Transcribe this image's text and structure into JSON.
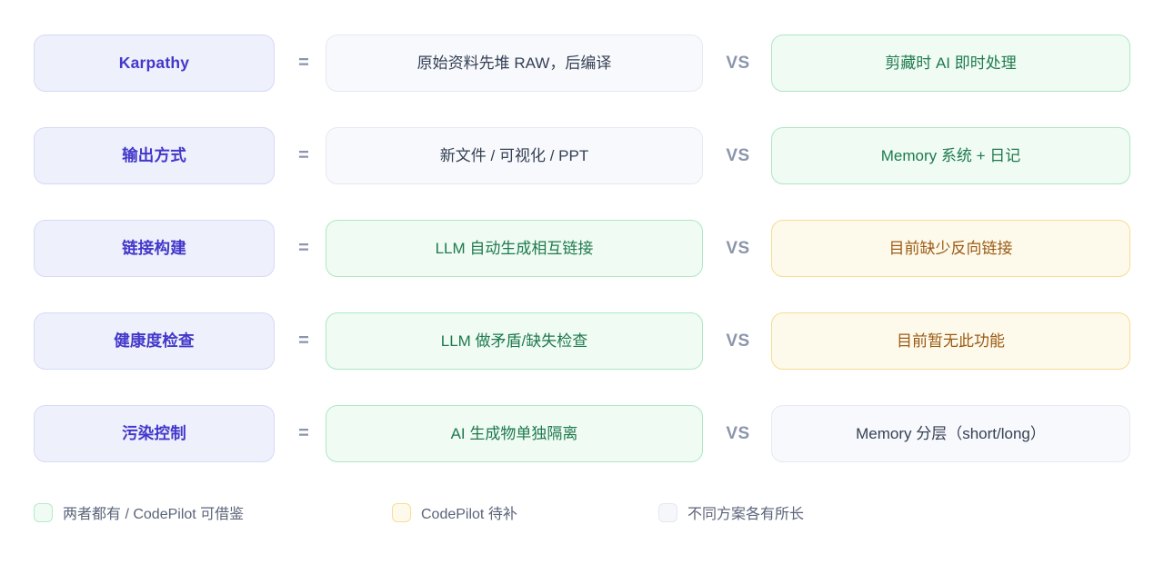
{
  "legend": {
    "items": [
      {
        "label": "两者都有 / CodePilot 可借鉴",
        "swatch": "green",
        "color": "#effbf3"
      },
      {
        "label": "CodePilot 待补",
        "swatch": "amber",
        "color": "#fefaeb"
      },
      {
        "label": "不同方案各有所长",
        "swatch": "neutral",
        "color": "#f5f7fb"
      }
    ]
  },
  "separators": {
    "equals": "=",
    "versus": "VS"
  },
  "palette": {
    "label_bg": "#eef0fc",
    "label_text": "#4338ca",
    "green_bg": "#effbf3",
    "green_text": "#1f7a4d",
    "amber_bg": "#fefaeb",
    "amber_text": "#9a5a14",
    "neutral_bg": "#f8f9fc",
    "neutral_text": "#344055",
    "separator_text": "#8b95ab"
  },
  "rows": [
    {
      "label": "Karpathy",
      "left": {
        "text": "原始资料先堆 RAW，后编译",
        "variant": "neutral"
      },
      "right": {
        "text": "剪藏时 AI 即时处理",
        "variant": "green"
      }
    },
    {
      "label": "输出方式",
      "left": {
        "text": "新文件 / 可视化 / PPT",
        "variant": "neutral"
      },
      "right": {
        "text": "Memory 系统 + 日记",
        "variant": "green"
      }
    },
    {
      "label": "链接构建",
      "left": {
        "text": "LLM 自动生成相互链接",
        "variant": "green"
      },
      "right": {
        "text": "目前缺少反向链接",
        "variant": "amber"
      }
    },
    {
      "label": "健康度检查",
      "left": {
        "text": "LLM 做矛盾/缺失检查",
        "variant": "green"
      },
      "right": {
        "text": "目前暂无此功能",
        "variant": "amber"
      }
    },
    {
      "label": "污染控制",
      "left": {
        "text": "AI 生成物单独隔离",
        "variant": "green"
      },
      "right": {
        "text": "Memory 分层（short/long）",
        "variant": "neutral"
      }
    }
  ]
}
